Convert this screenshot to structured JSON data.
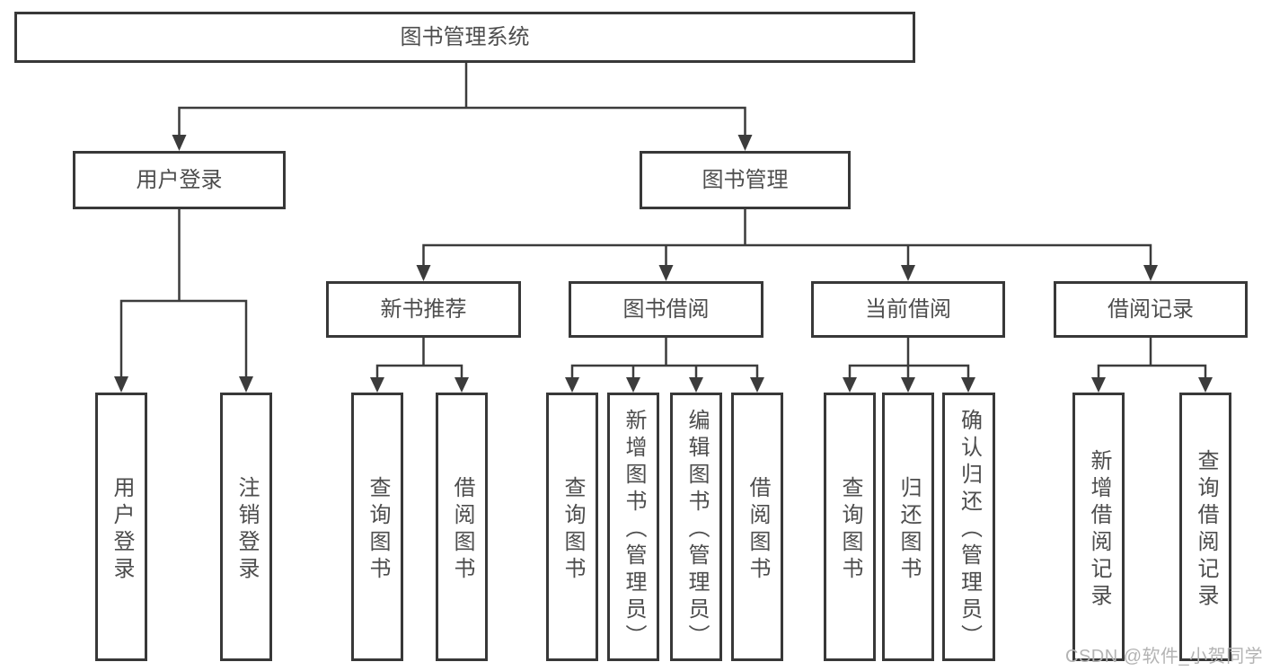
{
  "diagram": {
    "root": {
      "label": "图书管理系统"
    },
    "level2": [
      {
        "id": "user-login",
        "label": "用户登录"
      },
      {
        "id": "book-management",
        "label": "图书管理"
      }
    ],
    "level3": [
      {
        "id": "new-book-recommend",
        "label": "新书推荐",
        "parent": "图书管理"
      },
      {
        "id": "book-borrow",
        "label": "图书借阅",
        "parent": "图书管理"
      },
      {
        "id": "current-borrow",
        "label": "当前借阅",
        "parent": "图书管理"
      },
      {
        "id": "borrow-records",
        "label": "借阅记录",
        "parent": "图书管理"
      }
    ],
    "leaves": [
      {
        "label": "用户登录",
        "parent": "用户登录"
      },
      {
        "label": "注销登录",
        "parent": "用户登录"
      },
      {
        "label": "查询图书",
        "parent": "新书推荐"
      },
      {
        "label": "借阅图书",
        "parent": "新书推荐"
      },
      {
        "label": "查询图书",
        "parent": "图书借阅"
      },
      {
        "label": "新增图书（管理员）",
        "parent": "图书借阅"
      },
      {
        "label": "编辑图书（管理员）",
        "parent": "图书借阅"
      },
      {
        "label": "借阅图书",
        "parent": "图书借阅"
      },
      {
        "label": "查询图书",
        "parent": "当前借阅"
      },
      {
        "label": "归还图书",
        "parent": "当前借阅"
      },
      {
        "label": "确认归还（管理员）",
        "parent": "当前借阅"
      },
      {
        "label": "新增借阅记录",
        "parent": "借阅记录"
      },
      {
        "label": "查询借阅记录",
        "parent": "借阅记录"
      }
    ],
    "watermark": "CSDN @软件_小贺同学",
    "colors": {
      "line": "#3c3c3c",
      "box_border": "#383838",
      "text": "#4d4d4d",
      "watermark": "#b3b3b3",
      "background": "#ffffff"
    }
  }
}
